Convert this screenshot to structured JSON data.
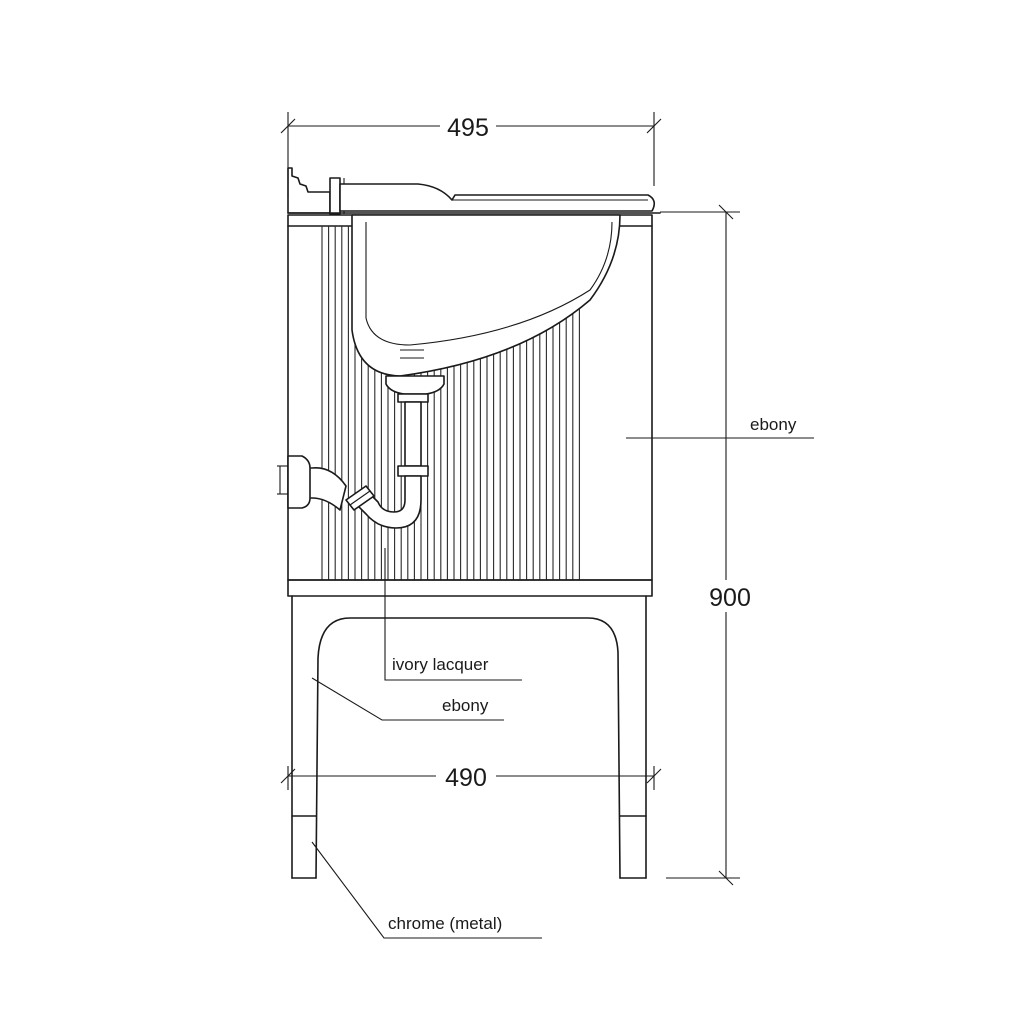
{
  "dimensions": {
    "top_width": "495",
    "bottom_width": "490",
    "height": "900"
  },
  "labels": {
    "ebony_upper": "ebony",
    "ivory_lacquer": "ivory lacquer",
    "ebony_lower": "ebony",
    "chrome": "chrome (metal)"
  },
  "colors": {
    "line": "#1a1a1a",
    "background": "#ffffff"
  }
}
